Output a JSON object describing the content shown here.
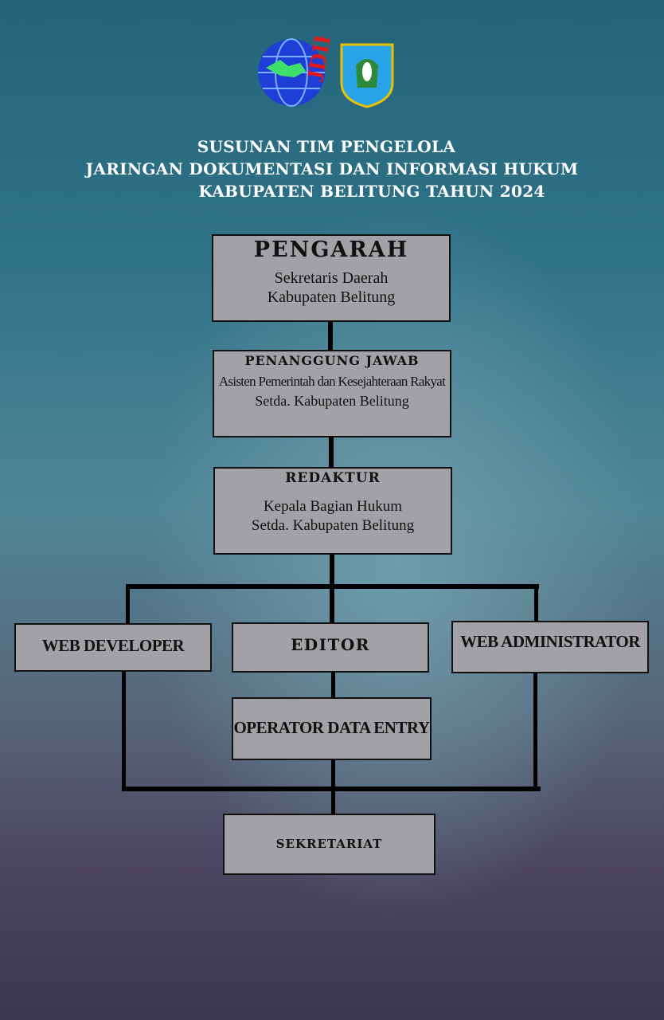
{
  "logos": {
    "jdihn": "JDIHN",
    "seal": "KABUPATEN BELITUNG"
  },
  "title": {
    "line1": "SUSUNAN TIM PENGELOLA",
    "line2": "JARINGAN DOKUMENTASI DAN INFORMASI HUKUM",
    "line3": "KABUPATEN BELITUNG TAHUN 2024"
  },
  "pengarah": {
    "heading": "PENGARAH",
    "line1": "Sekretaris Daerah",
    "line2": "Kabupaten Belitung"
  },
  "penanggung": {
    "heading": "PENANGGUNG JAWAB",
    "line1": "Asisten Pemerintah dan Kesejahteraan Rakyat",
    "line2": "Setda. Kabupaten Belitung"
  },
  "redaktur": {
    "heading": "REDAKTUR",
    "line1": "Kepala Bagian Hukum",
    "line2": "Setda. Kabupaten Belitung"
  },
  "web_developer": "WEB DEVELOPER",
  "editor": "EDITOR",
  "web_administrator": "WEB ADMINISTRATOR",
  "operator": "OPERATOR DATA ENTRY",
  "sekretariat": "SEKRETARIAT"
}
